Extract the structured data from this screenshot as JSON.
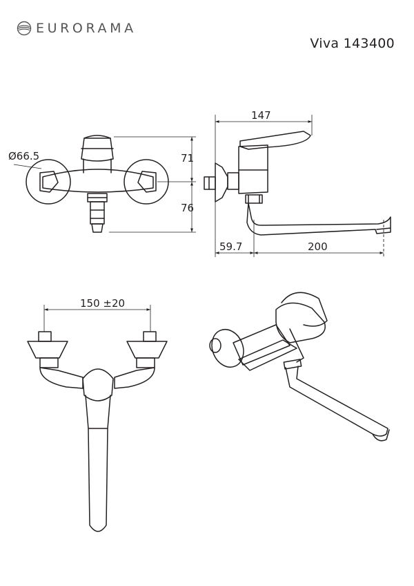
{
  "brand": {
    "name": "EURORAMA",
    "logo_icon": "ring-logo-icon"
  },
  "model": "Viva 143400",
  "dimensions": {
    "diameter": "Ø66.5",
    "height_upper": "71",
    "height_lower": "76",
    "spout_depth": "147",
    "wall_offset": "59.7",
    "spout_length": "200",
    "centers": "150 ±20"
  },
  "colors": {
    "line": "#231f20",
    "logo": "#555555"
  }
}
